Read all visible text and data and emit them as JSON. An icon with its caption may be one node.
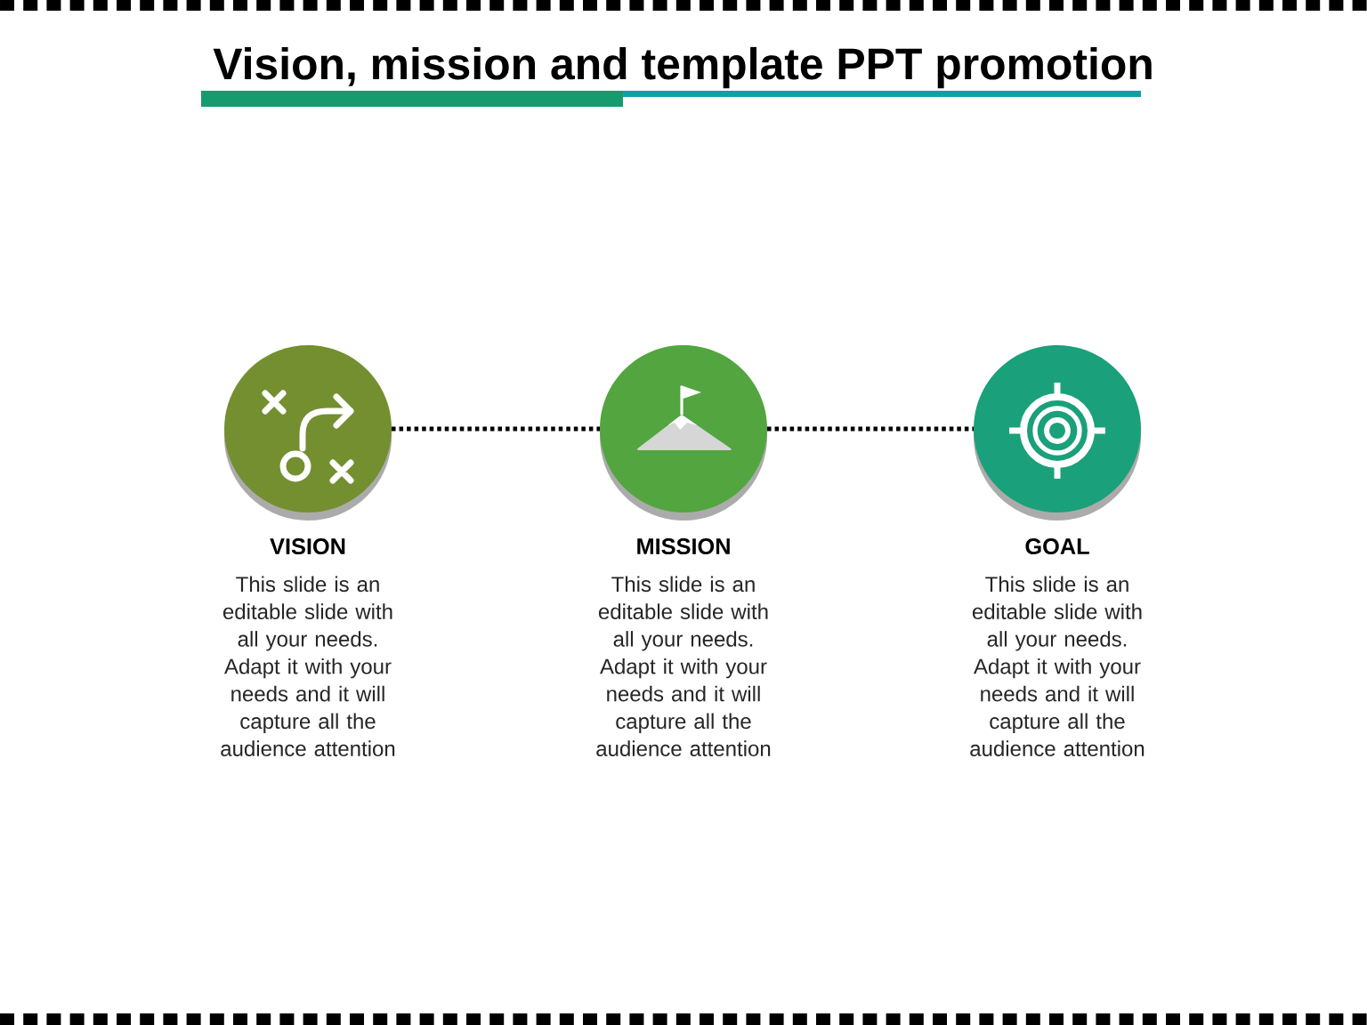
{
  "diagram": {
    "title": "Vision, mission and template PPT promotion",
    "nodes": [
      {
        "text": [
          "VISION",
          "This slide is an editable slide with all your needs. Adapt it with your needs and it will capture all the audience attention"
        ]
      },
      {
        "text": [
          "MISSION",
          "This slide is an editable slide with all your needs. Adapt it with your needs and it will capture all the audience attention"
        ]
      },
      {
        "text": [
          "GOAL",
          "This slide is an editable slide with all your needs. Adapt it with your needs and it will capture all the audience attention"
        ]
      }
    ],
    "edges": [
      {
        "from": 0,
        "to": 1,
        "arrow": "none",
        "style": "dashed"
      },
      {
        "from": 1,
        "to": 2,
        "arrow": "none",
        "style": "dashed"
      }
    ]
  }
}
